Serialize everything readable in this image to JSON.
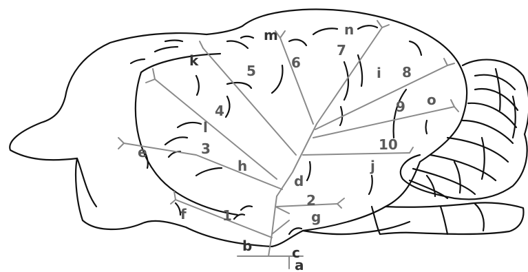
{
  "labels": {
    "a": "a",
    "b": "b",
    "c": "c",
    "d": "d",
    "e": "e",
    "f": "f",
    "g": "g",
    "h": "h",
    "i": "i",
    "j": "j",
    "k": "k",
    "l": "l",
    "m": "m",
    "n": "n",
    "o": "o",
    "n1": "1",
    "n2": "2",
    "n3": "3",
    "n4": "4",
    "n5": "5",
    "n6": "6",
    "n7": "7",
    "n8": "8",
    "n9": "9",
    "n10": "10"
  }
}
